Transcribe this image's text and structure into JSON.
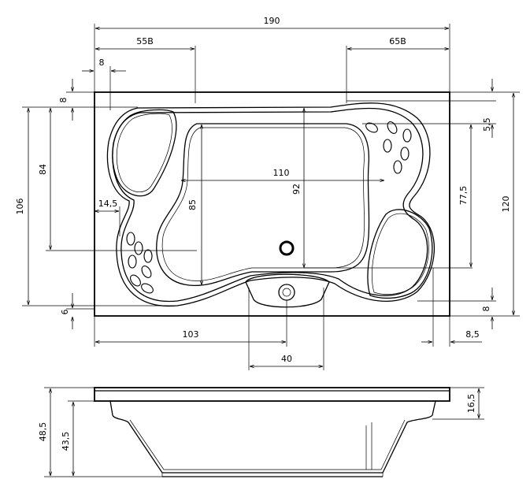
{
  "top_view": {
    "dim_width": "190",
    "dim_left_offset": "55B",
    "dim_right_offset": "65B",
    "dim_top_left_8": "8",
    "dim_top_rim_8": "8",
    "dim_inner_right_5_5": "5,5",
    "dim_left_84": "84",
    "dim_left_106": "106",
    "dim_14_5": "14,5",
    "dim_inner_width_110": "110",
    "dim_inner_height_85": "85",
    "dim_inner_height_92": "92",
    "dim_right_77_5": "77,5",
    "dim_right_120": "120",
    "dim_bottom_6": "6",
    "dim_bottom_103": "103",
    "dim_bottom_right_8": "8",
    "dim_bottom_right_8_5": "8,5",
    "dim_drain_40": "40"
  },
  "side_view": {
    "dim_48_5": "48,5",
    "dim_43_5": "43,5",
    "dim_16_5": "16,5"
  }
}
